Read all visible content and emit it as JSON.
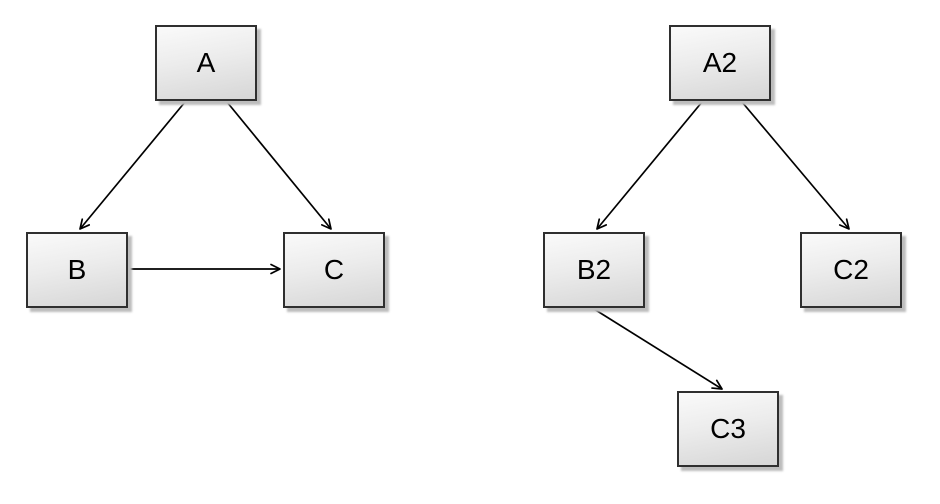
{
  "diagrams": [
    {
      "name": "left-graph",
      "nodes": [
        {
          "id": "A",
          "label": "A"
        },
        {
          "id": "B",
          "label": "B"
        },
        {
          "id": "C",
          "label": "C"
        }
      ],
      "edges": [
        {
          "from": "A",
          "to": "B"
        },
        {
          "from": "A",
          "to": "C"
        },
        {
          "from": "B",
          "to": "C"
        }
      ]
    },
    {
      "name": "right-graph",
      "nodes": [
        {
          "id": "A2",
          "label": "A2"
        },
        {
          "id": "B2",
          "label": "B2"
        },
        {
          "id": "C2",
          "label": "C2"
        },
        {
          "id": "C3",
          "label": "C3"
        }
      ],
      "edges": [
        {
          "from": "A2",
          "to": "B2"
        },
        {
          "from": "A2",
          "to": "C2"
        },
        {
          "from": "B2",
          "to": "C3"
        }
      ]
    }
  ],
  "colors": {
    "background": "#ffffff",
    "node_fill_top": "#fafafa",
    "node_fill_bottom": "#d6d6d6",
    "node_border": "#2f2f2f",
    "node_shadow": "#bdbdbd",
    "edge_stroke": "#000000",
    "label_color": "#000000"
  }
}
